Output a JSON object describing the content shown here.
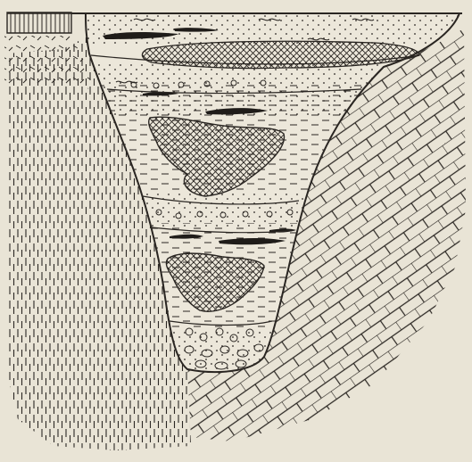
{
  "figure": {
    "kind": "geological-cross-section",
    "colors": {
      "paper": "#e9e4d6",
      "ink": "#2a2622",
      "dark_lens": "#1f1c19"
    },
    "units": [
      {
        "name": "schist-country-rock"
      },
      {
        "name": "limestone-country-rock"
      },
      {
        "name": "igneous-outcrop"
      },
      {
        "name": "caprock-block"
      },
      {
        "name": "valley-fill-sediments"
      },
      {
        "name": "crosshatched-ore-body-upper"
      },
      {
        "name": "crosshatched-ore-body-middle"
      },
      {
        "name": "crosshatched-ore-body-lower"
      },
      {
        "name": "gravel-conglomerate-layers"
      },
      {
        "name": "dark-clay-lenses"
      }
    ]
  }
}
